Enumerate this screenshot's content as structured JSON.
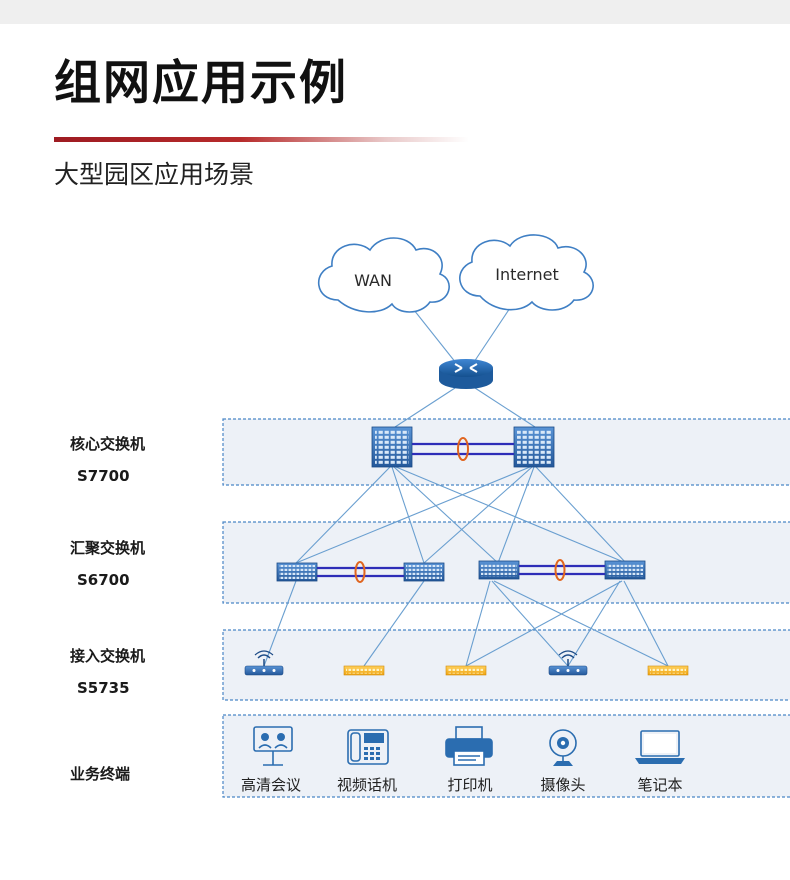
{
  "header": {
    "title": "组网应用示例",
    "subtitle": "大型园区应用场景"
  },
  "clouds": {
    "wan": "WAN",
    "internet": "Internet"
  },
  "layers": [
    {
      "name": "核心交换机",
      "model": "S7700"
    },
    {
      "name": "汇聚交换机",
      "model": "S6700"
    },
    {
      "name": "接入交换机",
      "model": "S5735"
    },
    {
      "name": "业务终端",
      "model": ""
    }
  ],
  "terminals": [
    {
      "label": "高清会议",
      "icon": "video-conference-icon"
    },
    {
      "label": "视频话机",
      "icon": "video-phone-icon"
    },
    {
      "label": "打印机",
      "icon": "printer-icon"
    },
    {
      "label": "摄像头",
      "icon": "camera-icon"
    },
    {
      "label": "笔记本",
      "icon": "laptop-icon"
    }
  ],
  "colors": {
    "title_rule": "#9e1b22",
    "layer_band_fill": "#edf1f7",
    "layer_band_border": "#4a86c6",
    "link_line": "#6a9fd0",
    "stack_link": "#2e2eb8",
    "stack_ring": "#e0651f",
    "device_body": "#2f6db3",
    "access_switch": "#f5b324"
  }
}
